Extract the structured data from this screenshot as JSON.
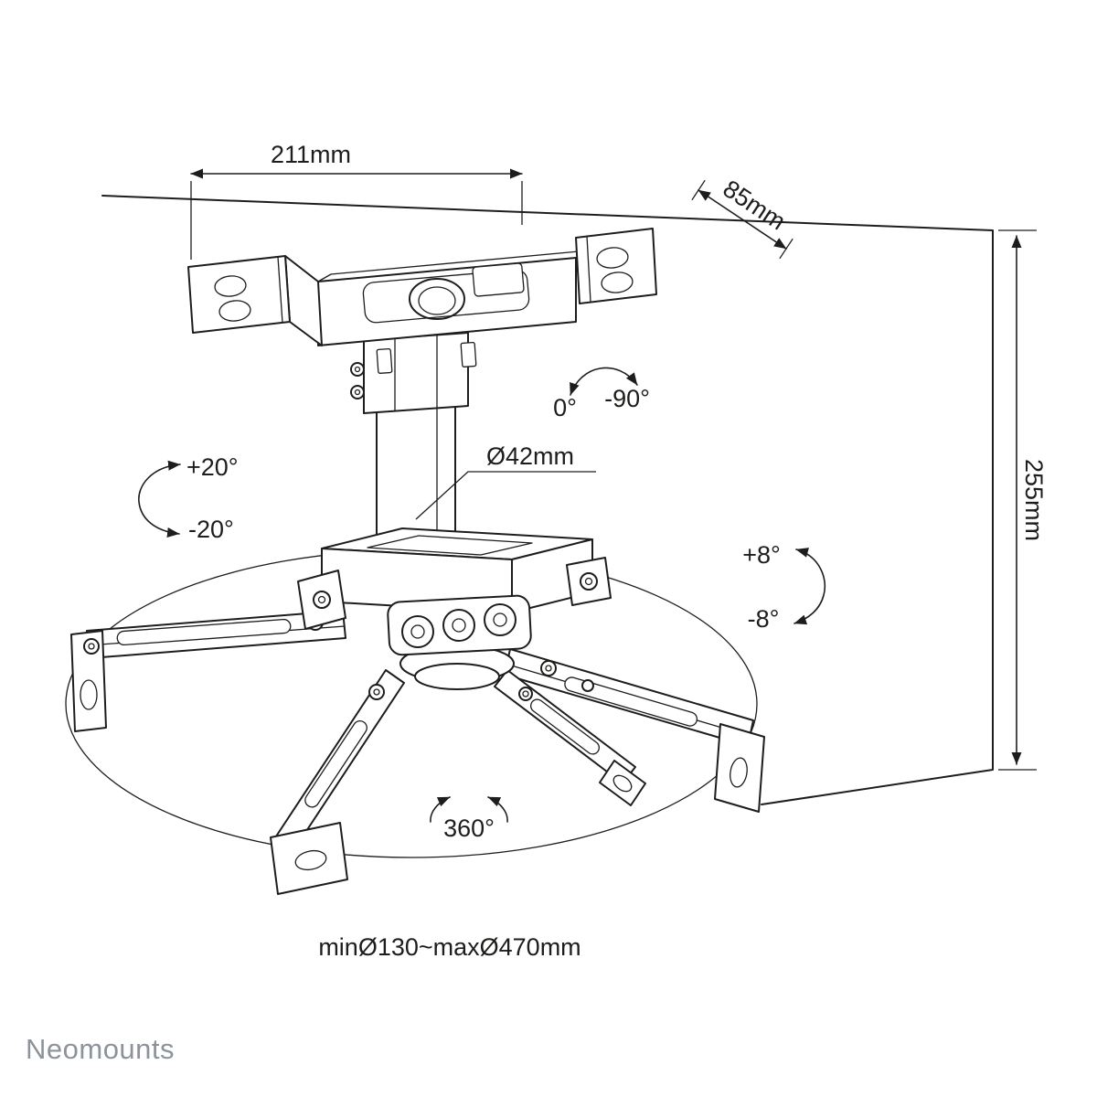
{
  "page": {
    "background_color": "#ffffff",
    "line_color": "#1d1d1b",
    "logo_color": "#8d939b"
  },
  "dimensions": {
    "width": "211mm",
    "depth": "85mm",
    "height": "255mm",
    "pole_diameter": "Ø42mm",
    "rotation_diameter_range": "minØ130~maxØ470mm"
  },
  "angles": {
    "tilt_up": "+20°",
    "tilt_down": "-20°",
    "swing_start": "0°",
    "swing_end": "-90°",
    "roll_up": "+8°",
    "roll_down": "-8°",
    "rotation": "360°"
  },
  "branding": {
    "logo_text": "Neomounts"
  }
}
